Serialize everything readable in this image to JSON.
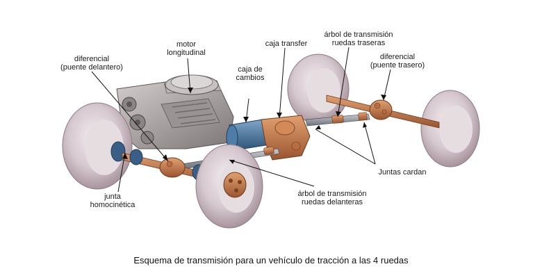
{
  "labels": {
    "motor": {
      "line1": "motor",
      "line2": "longitudinal"
    },
    "diferencial_delantero": {
      "line1": "diferencial",
      "line2": "(puente delantero)"
    },
    "caja_transfer": {
      "text": "caja transfer"
    },
    "caja_cambios": {
      "line1": "caja de",
      "line2": "cambios"
    },
    "arbol_traseras": {
      "line1": "árbol de transmisión",
      "line2": "ruedas traseras"
    },
    "diferencial_trasero": {
      "line1": "diferencial",
      "line2": "(puente trasero)"
    },
    "juntas_cardan": {
      "text": "Juntas cardan"
    },
    "arbol_delanteras": {
      "line1": "árbol de transmisión",
      "line2": "ruedas delanteras"
    },
    "junta_homocinetica": {
      "line1": "junta",
      "line2": "homocinética"
    }
  },
  "caption": "Esquema de transmisión para un vehículo de tracción a las 4 ruedas",
  "colors": {
    "tire": "#d9cdd3",
    "tire_shadow": "#b7a6ae",
    "engine": "#a9a3a3",
    "gearbox": "#3d6f9a",
    "drivetrain": "#c47a4a",
    "shaft": "#8a8f96",
    "leader": "#111111"
  }
}
